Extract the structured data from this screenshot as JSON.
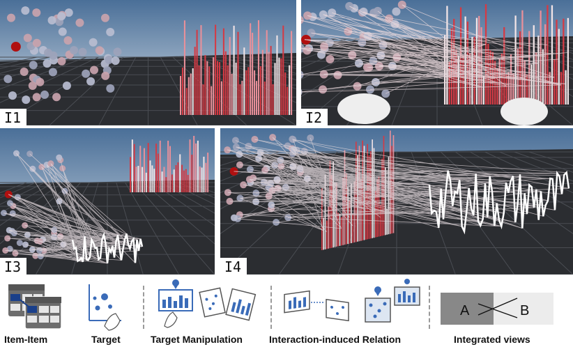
{
  "panels": [
    {
      "label": "I1"
    },
    {
      "label": "I2"
    },
    {
      "label": "I3"
    },
    {
      "label": "I4"
    }
  ],
  "legend": {
    "item_item": "Item-Item",
    "target": "Target",
    "target_manipulation": "Target Manipulation",
    "interaction_relation": "Interaction-induced Relation",
    "integrated_views": "Integrated views",
    "integrated_a": "A",
    "integrated_b": "B"
  },
  "colors": {
    "sky_top": "#4a6f98",
    "sky_bottom": "#d9e2ea",
    "floor": "#2a2c30",
    "bar_red": "#d43a44",
    "icon_blue": "#3a6bb8",
    "node_highlight": "#b01010"
  }
}
